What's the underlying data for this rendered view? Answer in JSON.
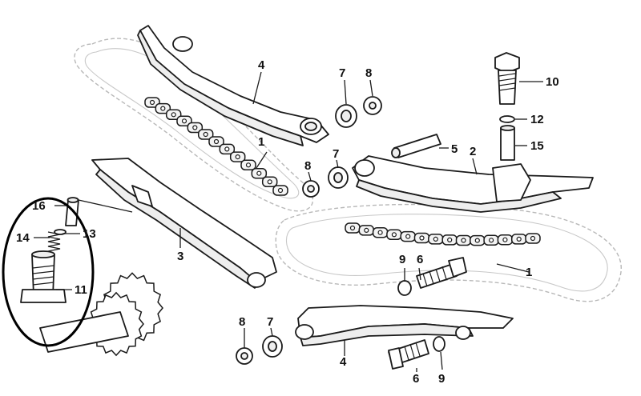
{
  "callouts": [
    {
      "id": "c1a",
      "text": "1"
    },
    {
      "id": "c1b",
      "text": "1"
    },
    {
      "id": "c2",
      "text": "2"
    },
    {
      "id": "c3",
      "text": "3"
    },
    {
      "id": "c4a",
      "text": "4"
    },
    {
      "id": "c4b",
      "text": "4"
    },
    {
      "id": "c5",
      "text": "5"
    },
    {
      "id": "c6a",
      "text": "6"
    },
    {
      "id": "c6b",
      "text": "6"
    },
    {
      "id": "c7a",
      "text": "7"
    },
    {
      "id": "c7b",
      "text": "7"
    },
    {
      "id": "c7c",
      "text": "7"
    },
    {
      "id": "c8a",
      "text": "8"
    },
    {
      "id": "c8b",
      "text": "8"
    },
    {
      "id": "c8c",
      "text": "8"
    },
    {
      "id": "c9a",
      "text": "9"
    },
    {
      "id": "c9b",
      "text": "9"
    },
    {
      "id": "c10",
      "text": "10"
    },
    {
      "id": "c11",
      "text": "11"
    },
    {
      "id": "c12",
      "text": "12"
    },
    {
      "id": "c13",
      "text": "13"
    },
    {
      "id": "c14",
      "text": "14"
    },
    {
      "id": "c15",
      "text": "15"
    },
    {
      "id": "c16",
      "text": "16"
    }
  ]
}
